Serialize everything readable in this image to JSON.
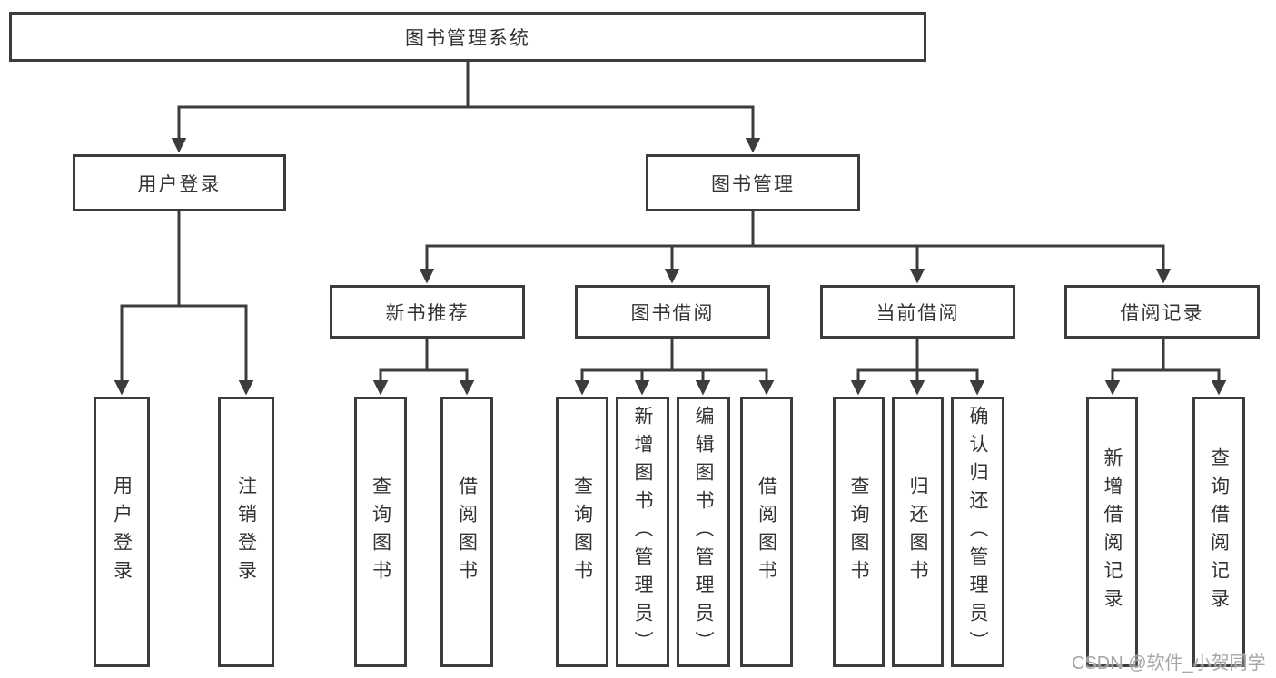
{
  "watermark": "CSDN @软件_小贺同学",
  "colors": {
    "line": "#3c3c3c",
    "box_border": "#3c3c3c",
    "box_fill": "#ffffff",
    "text": "#333333",
    "watermark": "#9e9e9e"
  },
  "nodes": {
    "root": {
      "label": "图书管理系统"
    },
    "level2": [
      {
        "label": "用户登录",
        "children": [
          "用户登录",
          "注销登录"
        ]
      },
      {
        "label": "图书管理"
      }
    ],
    "modules": [
      {
        "label": "新书推荐",
        "children": [
          "查询图书",
          "借阅图书"
        ]
      },
      {
        "label": "图书借阅",
        "children": [
          "查询图书",
          "新增图书（管理员）",
          "编辑图书（管理员）",
          "借阅图书"
        ]
      },
      {
        "label": "当前借阅",
        "children": [
          "查询图书",
          "归还图书",
          "确认归还（管理员）"
        ]
      },
      {
        "label": "借阅记录",
        "children": [
          "新增借阅记录",
          "查询借阅记录"
        ]
      }
    ]
  }
}
